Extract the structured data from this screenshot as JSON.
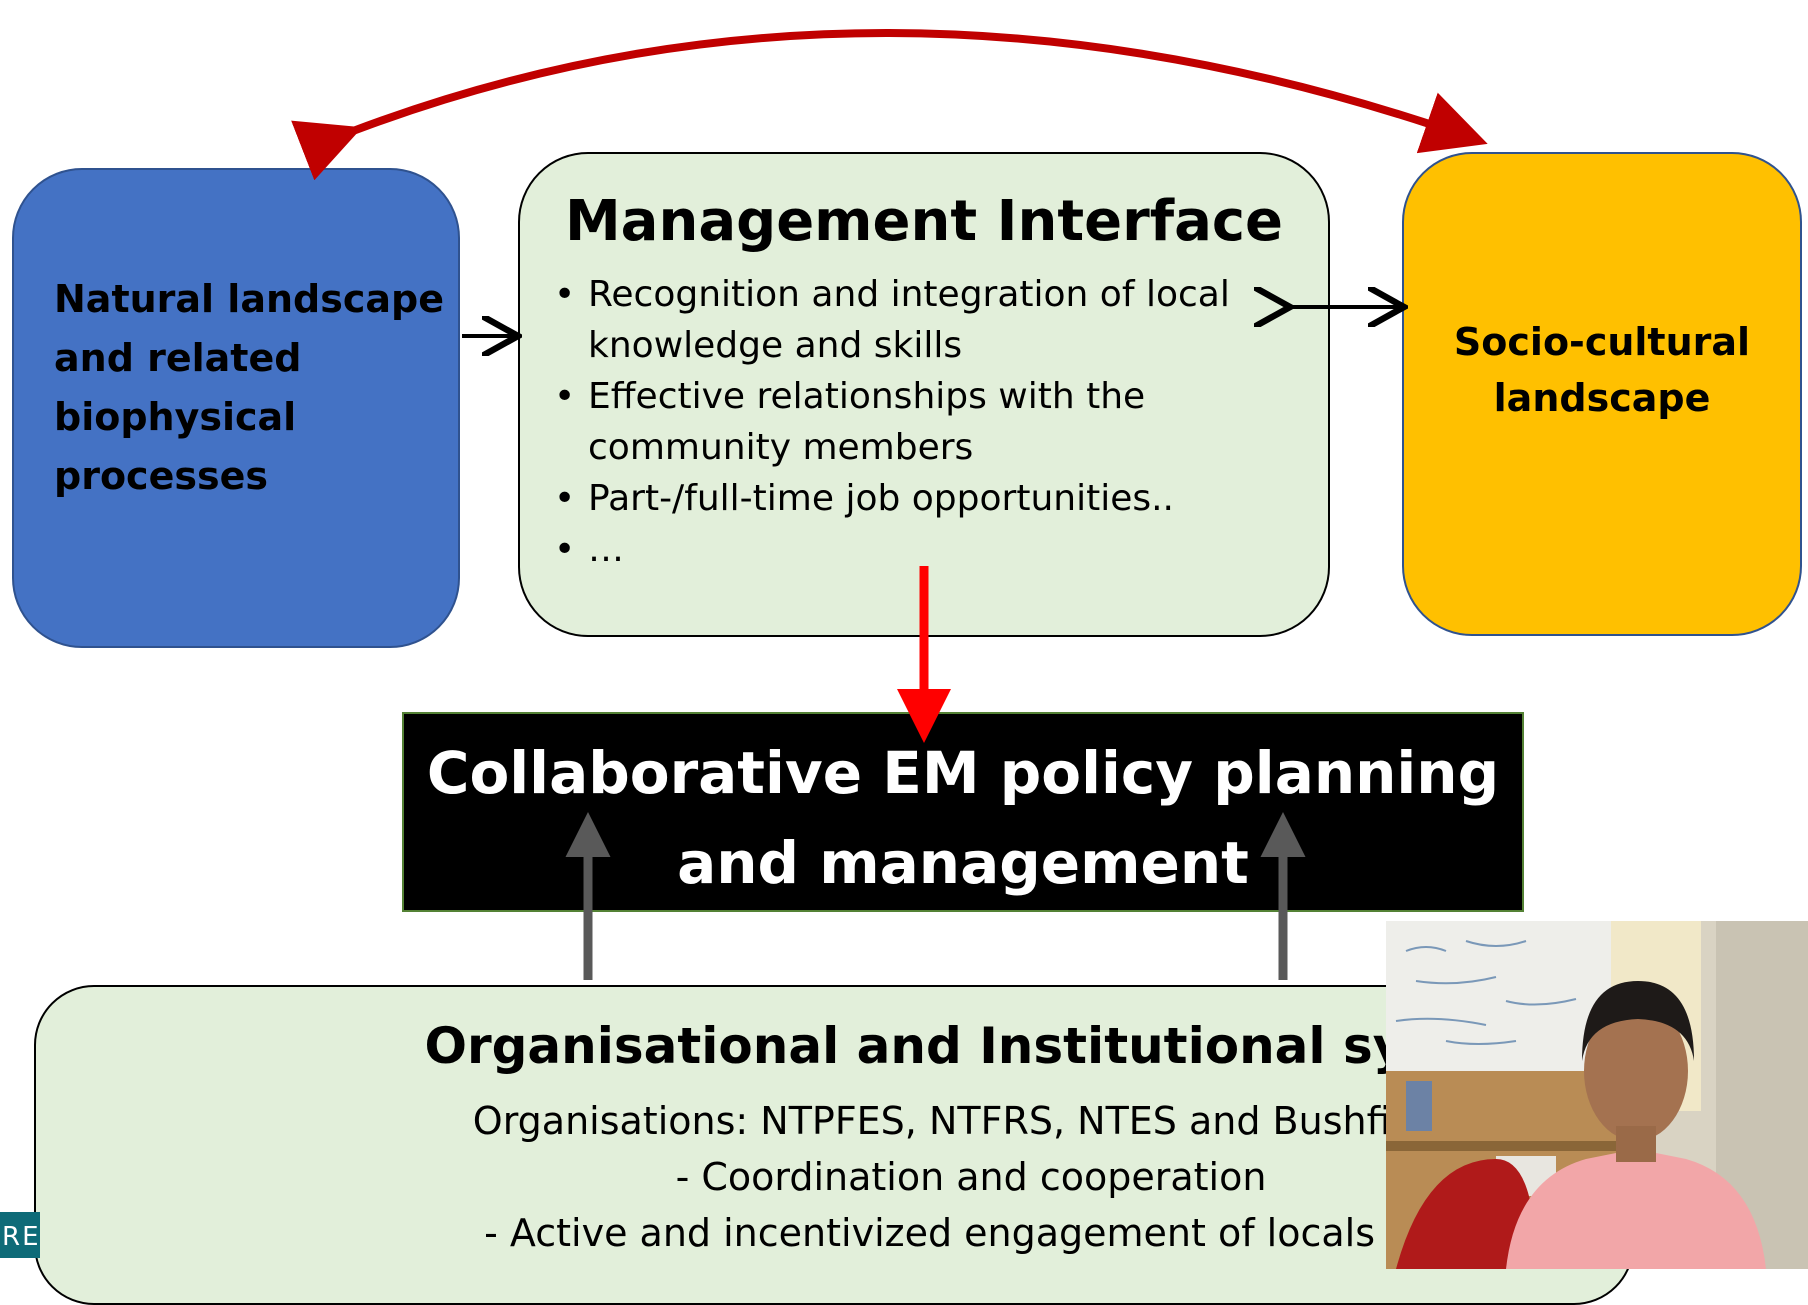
{
  "natural_box": {
    "label_lines": [
      "Natural landscape",
      "and related",
      "biophysical",
      "processes"
    ]
  },
  "management_box": {
    "title": "Management Interface",
    "bullets": [
      "Recognition and integration of local knowledge and skills",
      "Effective relationships with the community members",
      "Part-/full-time job opportunities..",
      "…"
    ]
  },
  "socio_box": {
    "label_lines": [
      "Socio-cultural",
      "landscape"
    ]
  },
  "collaborative_box": {
    "label_lines": [
      "Collaborative EM policy planning",
      "and management"
    ]
  },
  "organisational_box": {
    "title": "Organisational and Institutional syster",
    "lines": [
      "Organisations: NTPFES, NTFRS, NTES and Bushfire N",
      "- Coordination and cooperation",
      "- Active and incentivized engagement of locals in E"
    ]
  },
  "logo": {
    "text": "RE"
  },
  "webcam": {
    "subject": "person-video-feed"
  },
  "colors": {
    "natural": "#4472c4",
    "management": "#e2efda",
    "socio": "#ffc000",
    "collaborative": "#000000",
    "red_arrow": "#c00000",
    "gray_arrow": "#595959"
  }
}
